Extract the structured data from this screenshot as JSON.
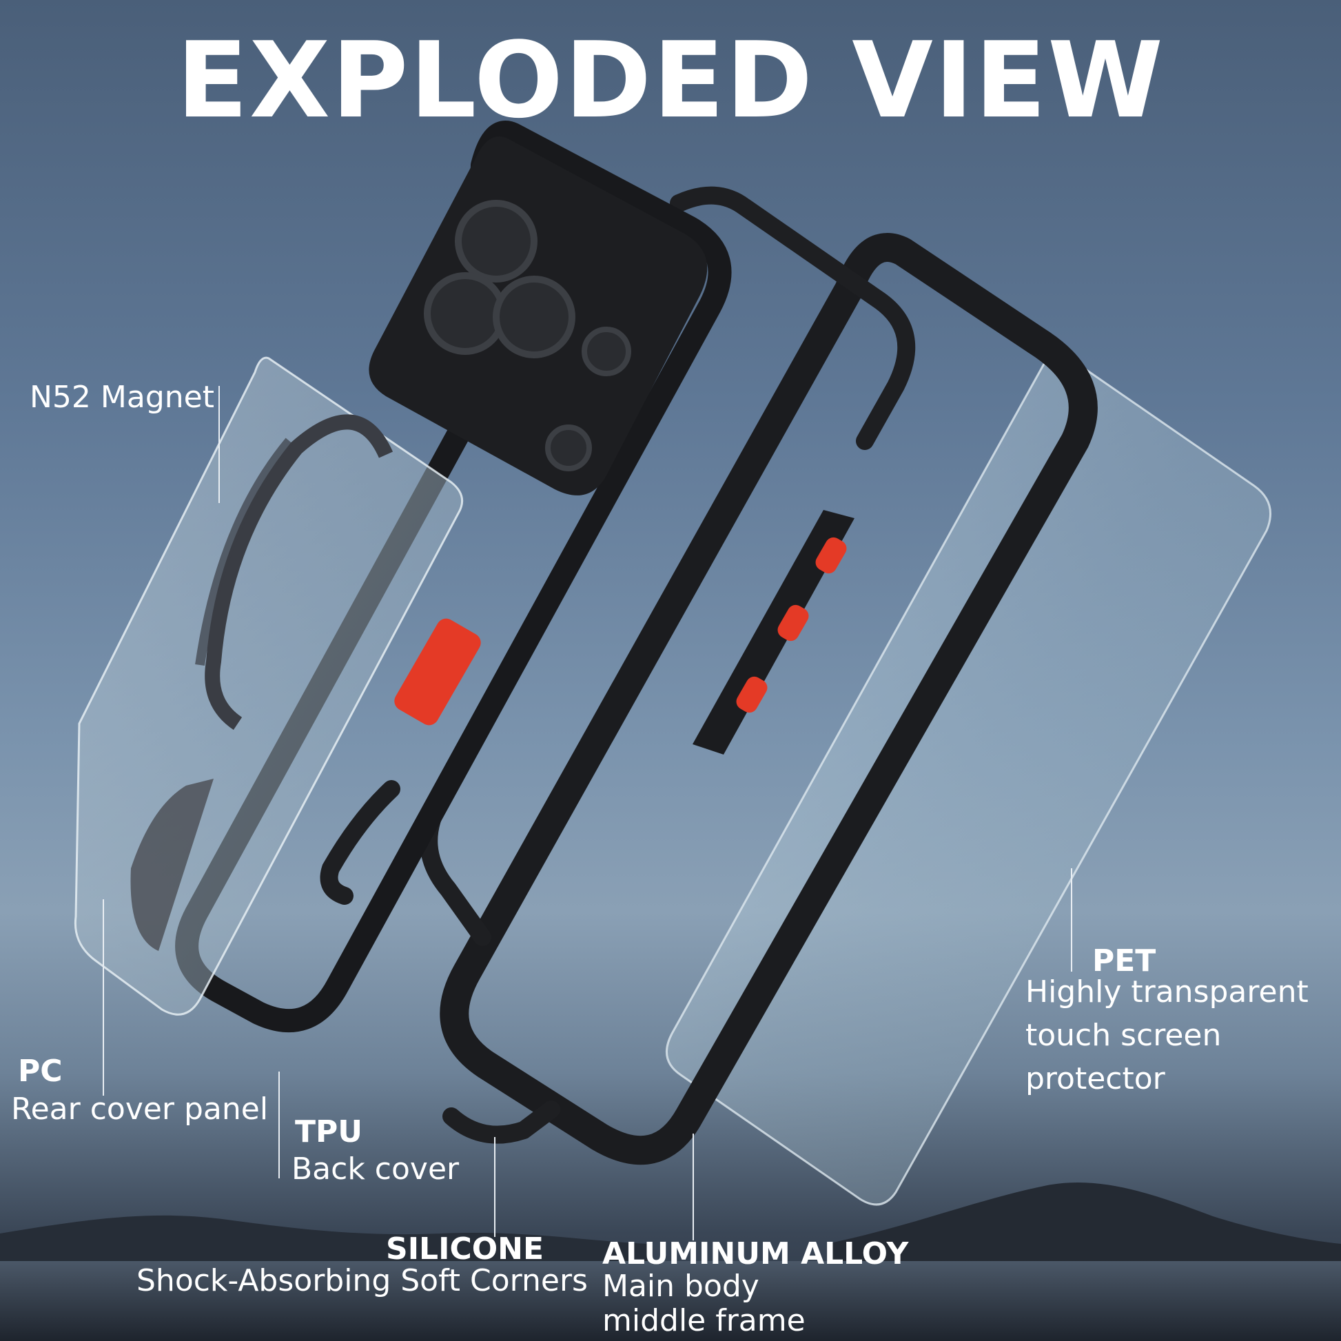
{
  "title": "EXPLODED VIEW",
  "labels": {
    "magnet": "N52 Magnet",
    "pc": {
      "name": "PC",
      "desc": "Rear cover panel"
    },
    "tpu": {
      "name": "TPU",
      "desc": "Back cover"
    },
    "silicone": {
      "name": "SILICONE",
      "desc": "Shock-Absorbing Soft Corners"
    },
    "aluminum": {
      "name": "ALUMINUM ALLOY",
      "desc1": "Main body",
      "desc2": "middle frame"
    },
    "pet": {
      "name": "PET",
      "desc1": "Highly transparent",
      "desc2": "touch screen",
      "desc3": "protector"
    }
  },
  "colors": {
    "sky_top": "#4a5f79",
    "frame_black": "#1b1c1f",
    "button_red": "#e43a26",
    "text": "#ffffff"
  }
}
